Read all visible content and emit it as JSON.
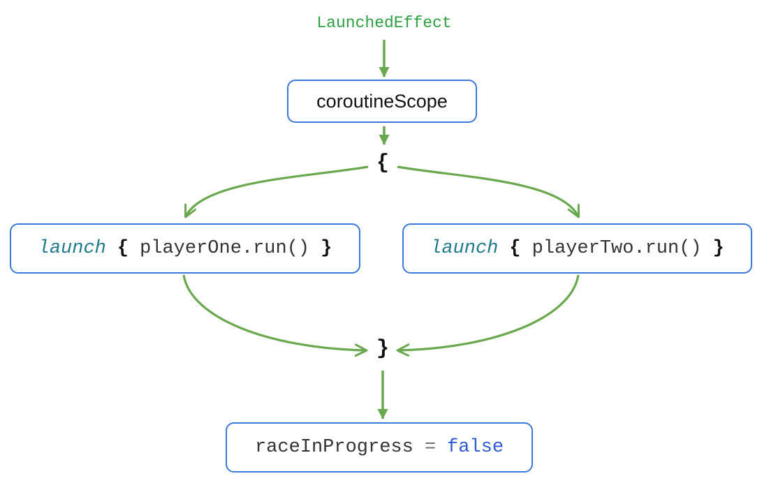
{
  "header": {
    "label": "LaunchedEffect"
  },
  "nodes": {
    "scope": {
      "label": "coroutineScope"
    },
    "launch_one": {
      "keyword": "launch",
      "open_brace": "{",
      "body": "playerOne.run()",
      "close_brace": "}"
    },
    "launch_two": {
      "keyword": "launch",
      "open_brace": "{",
      "body": "playerTwo.run()",
      "close_brace": "}"
    },
    "result": {
      "variable": "raceInProgress",
      "operator": "=",
      "value": "false"
    }
  },
  "braces": {
    "open": "{",
    "close": "}"
  },
  "colors": {
    "arrow_green": "#6AA84F",
    "label_green": "#2EA043",
    "node_border_blue": "#3C78D8",
    "keyword_teal": "#1E7A8C",
    "value_blue": "#2E5BD1",
    "code_text": "#333333",
    "operator_gray": "#707070"
  }
}
